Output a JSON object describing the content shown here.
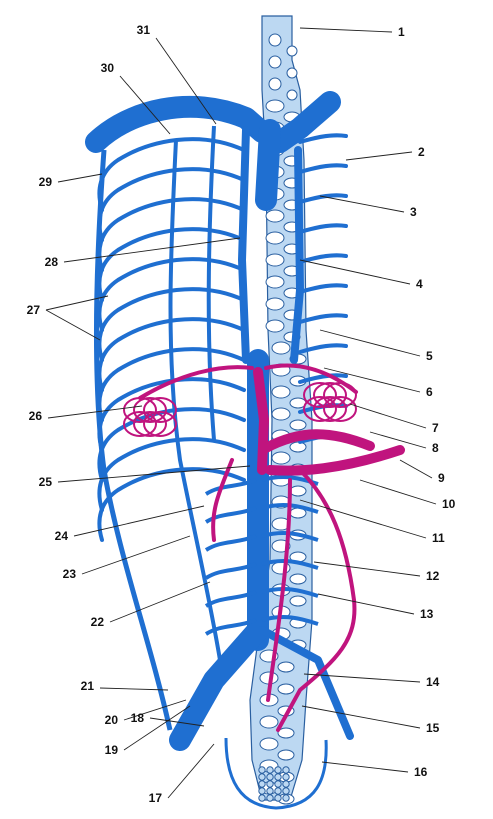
{
  "figure": {
    "colors": {
      "vein": "#1f6fd1",
      "vein_outline": "#0b3f87",
      "plexus_fill": "#bcd8f2",
      "plexus_outline": "#2a5fa0",
      "portal_system": "#c0147e",
      "bone_opening": "#ffffff",
      "label_text": "#111111"
    },
    "labels": [
      "1",
      "2",
      "3",
      "4",
      "5",
      "6",
      "7",
      "8",
      "9",
      "10",
      "11",
      "12",
      "13",
      "14",
      "15",
      "16",
      "17",
      "18",
      "19",
      "20",
      "21",
      "22",
      "23",
      "24",
      "25",
      "26",
      "27",
      "28",
      "29",
      "30",
      "31"
    ]
  }
}
